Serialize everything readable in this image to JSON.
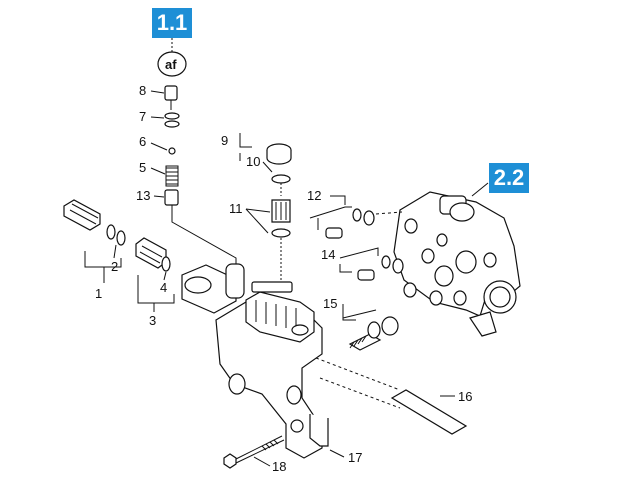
{
  "badges": [
    {
      "id": "b11",
      "label": "1.1"
    },
    {
      "id": "b22",
      "label": "2.2"
    }
  ],
  "cap_label": "af",
  "callouts": [
    {
      "id": "c1",
      "label": "1"
    },
    {
      "id": "c2",
      "label": "2"
    },
    {
      "id": "c3",
      "label": "3"
    },
    {
      "id": "c4",
      "label": "4"
    },
    {
      "id": "c5",
      "label": "5"
    },
    {
      "id": "c6",
      "label": "6"
    },
    {
      "id": "c7",
      "label": "7"
    },
    {
      "id": "c8",
      "label": "8"
    },
    {
      "id": "c9",
      "label": "9"
    },
    {
      "id": "c10",
      "label": "10"
    },
    {
      "id": "c11",
      "label": "11"
    },
    {
      "id": "c12",
      "label": "12"
    },
    {
      "id": "c13",
      "label": "13"
    },
    {
      "id": "c14",
      "label": "14"
    },
    {
      "id": "c15",
      "label": "15"
    },
    {
      "id": "c16",
      "label": "16"
    },
    {
      "id": "c17",
      "label": "17"
    },
    {
      "id": "c18",
      "label": "18"
    }
  ],
  "colors": {
    "badge": "#1e8fd6",
    "line": "#111111"
  }
}
